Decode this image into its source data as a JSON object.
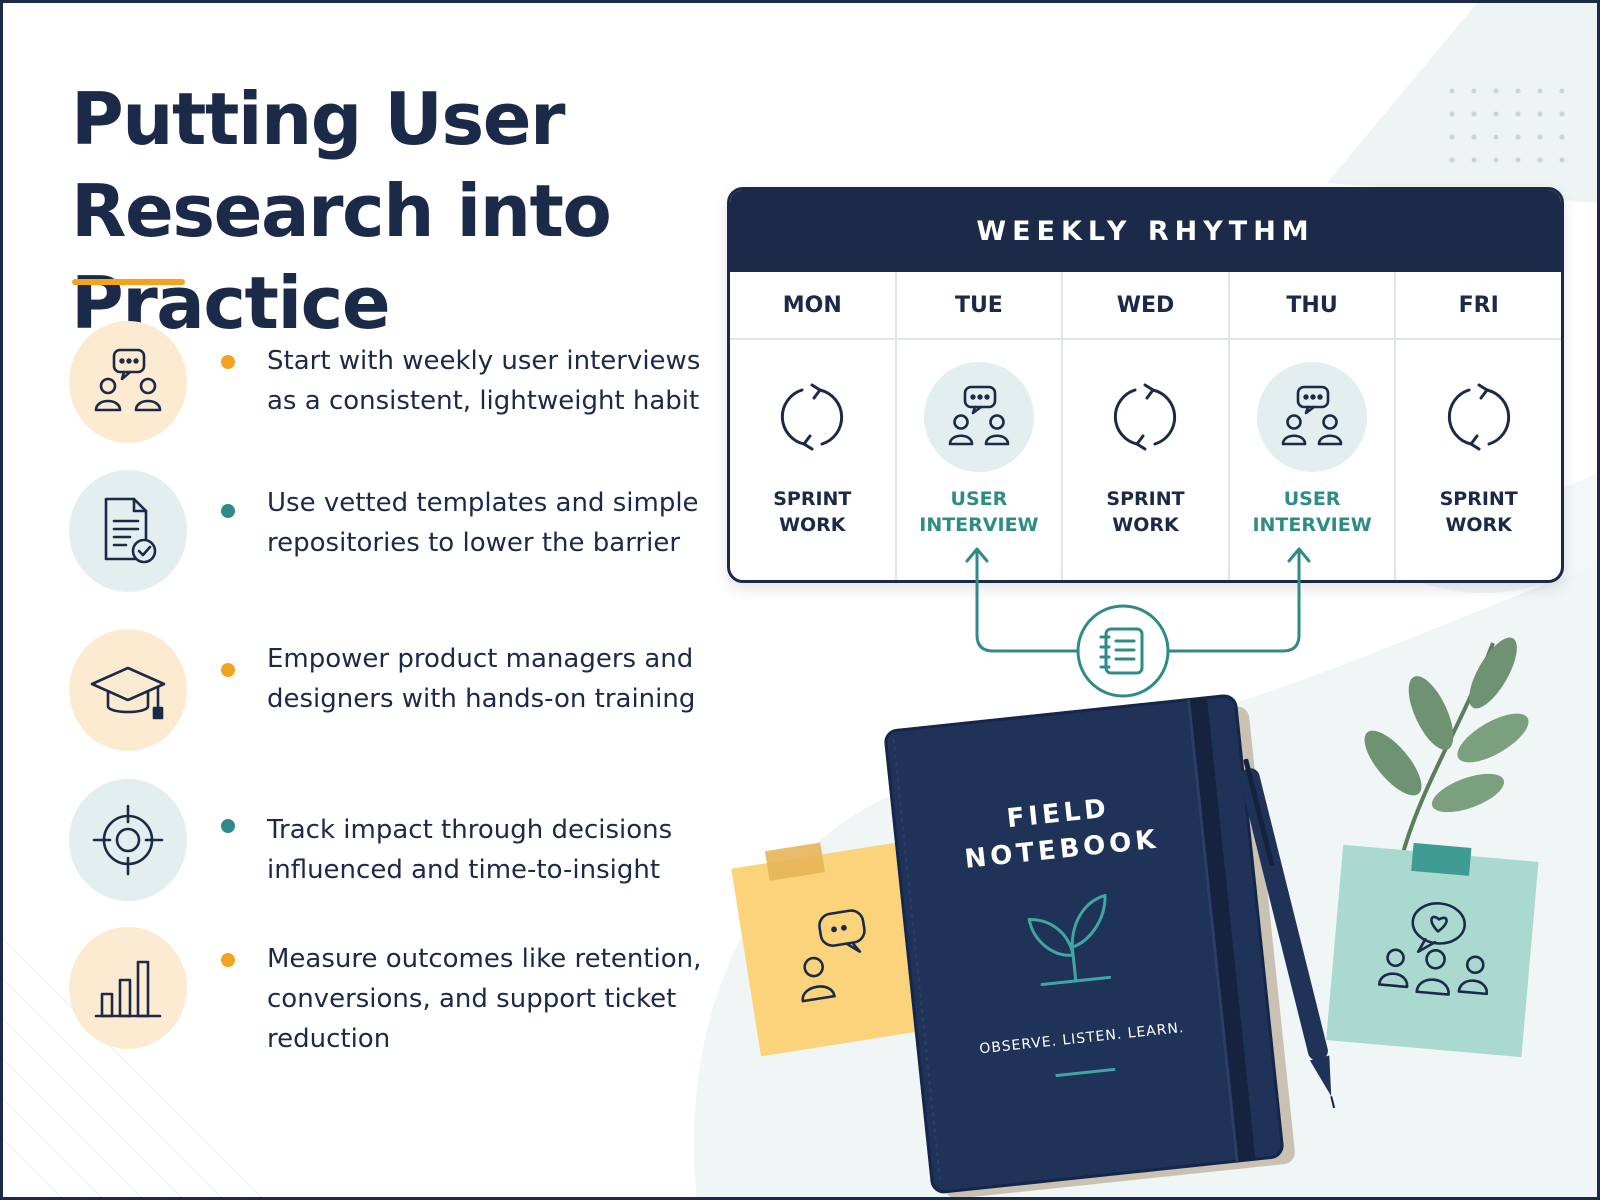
{
  "title": "Putting User Research into Practice",
  "bullets": [
    {
      "text": "Start with weekly user interviews as a consistent, lightweight habit",
      "icon": "interview-icon",
      "tone": "warm",
      "dot": "orange"
    },
    {
      "text": "Use vetted templates and simple repositories to lower the barrier",
      "icon": "document-check-icon",
      "tone": "cool",
      "dot": "teal"
    },
    {
      "text": "Empower product managers and designers with hands-on training",
      "icon": "graduation-cap-icon",
      "tone": "warm",
      "dot": "orange"
    },
    {
      "text": "Track impact through decisions influenced and time-to-insight",
      "icon": "target-icon",
      "tone": "cool",
      "dot": "teal"
    },
    {
      "text": "Measure outcomes like retention, conversions, and support ticket reduction",
      "icon": "bar-chart-icon",
      "tone": "warm",
      "dot": "orange"
    }
  ],
  "calendar": {
    "header": "WEEKLY RHYTHM",
    "days": [
      "MON",
      "TUE",
      "WED",
      "THU",
      "FRI"
    ],
    "activities": [
      {
        "label": "SPRINT\nWORK",
        "type": "sprint"
      },
      {
        "label": "USER\nINTERVIEW",
        "type": "interview"
      },
      {
        "label": "SPRINT\nWORK",
        "type": "sprint"
      },
      {
        "label": "USER\nINTERVIEW",
        "type": "interview"
      },
      {
        "label": "SPRINT\nWORK",
        "type": "sprint"
      }
    ]
  },
  "notebook": {
    "title_line1": "FIELD",
    "title_line2": "NOTEBOOK",
    "tagline": "OBSERVE. LISTEN. LEARN."
  },
  "colors": {
    "navy": "#1b2a49",
    "teal": "#2f8b88",
    "orange": "#f4a321",
    "warm_circle": "#fcebd0",
    "cool_circle": "#e3eeee",
    "sticky_yellow": "#fbd37a",
    "sticky_mint": "#a9d9cf"
  }
}
